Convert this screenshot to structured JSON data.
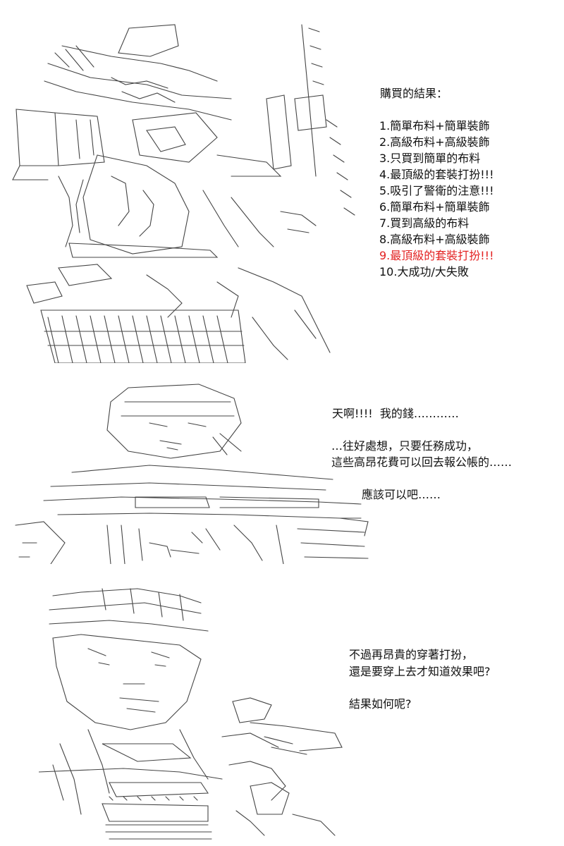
{
  "panel1": {
    "heading": "購買的結果：",
    "results": [
      {
        "text": "1.簡單布料+簡單裝飾",
        "highlight": false
      },
      {
        "text": "2.高級布料+高級裝飾",
        "highlight": false
      },
      {
        "text": "3.只買到簡單的布料",
        "highlight": false
      },
      {
        "text": "4.最頂級的套裝打扮!!!",
        "highlight": false
      },
      {
        "text": "5.吸引了警衛的注意!!!",
        "highlight": false
      },
      {
        "text": "6.簡單布料+簡單裝飾",
        "highlight": false
      },
      {
        "text": "7.買到高級的布料",
        "highlight": false
      },
      {
        "text": "8.高級布料+高級裝飾",
        "highlight": false
      },
      {
        "text": "9.最頂級的套裝打扮!!!",
        "highlight": true
      },
      {
        "text": "10.大成功/大失敗",
        "highlight": false
      }
    ]
  },
  "panel2": {
    "line1": "天啊!!!!  我的錢…………",
    "line2": "…往好處想，只要任務成功，",
    "line3": "這些高昂花費可以回去報公帳的……",
    "line4": "應該可以吧……"
  },
  "panel3": {
    "line1": "不過再昂貴的穿著打扮，",
    "line2": "還是要穿上去才知道效果吧?",
    "line3": "結果如何呢?"
  },
  "colors": {
    "highlight": "#e32222",
    "text": "#111111",
    "art": "#444444"
  }
}
